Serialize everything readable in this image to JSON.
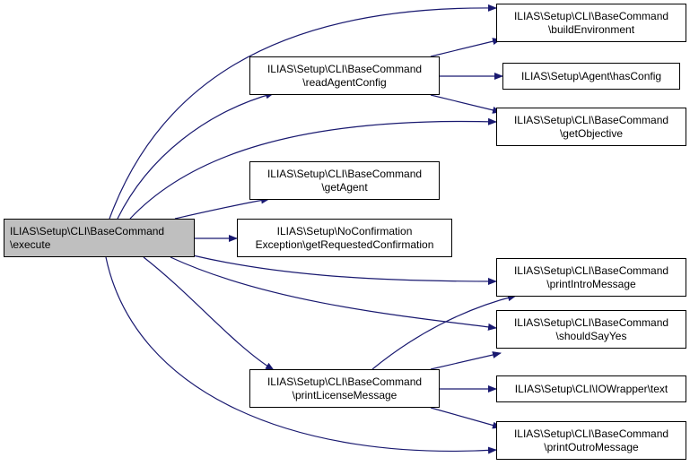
{
  "diagram": {
    "colors": {
      "edge": "#191970",
      "node_border": "#000000",
      "root_fill": "#bfbfbf",
      "node_fill": "#ffffff"
    },
    "nodes": [
      {
        "id": "execute",
        "line1": "ILIAS\\Setup\\CLI\\BaseCommand",
        "line2": "\\execute",
        "root": true
      },
      {
        "id": "readAgentConfig",
        "line1": "ILIAS\\Setup\\CLI\\BaseCommand",
        "line2": "\\readAgentConfig"
      },
      {
        "id": "getAgent",
        "line1": "ILIAS\\Setup\\CLI\\BaseCommand",
        "line2": "\\getAgent"
      },
      {
        "id": "getRequestedConfirmation",
        "line1": "ILIAS\\Setup\\NoConfirmation",
        "line2": "Exception\\getRequestedConfirmation"
      },
      {
        "id": "printLicenseMessage",
        "line1": "ILIAS\\Setup\\CLI\\BaseCommand",
        "line2": "\\printLicenseMessage"
      },
      {
        "id": "buildEnvironment",
        "line1": "ILIAS\\Setup\\CLI\\BaseCommand",
        "line2": "\\buildEnvironment"
      },
      {
        "id": "hasConfig",
        "line1": "ILIAS\\Setup\\Agent\\hasConfig",
        "line2": ""
      },
      {
        "id": "getObjective",
        "line1": "ILIAS\\Setup\\CLI\\BaseCommand",
        "line2": "\\getObjective"
      },
      {
        "id": "printIntroMessage",
        "line1": "ILIAS\\Setup\\CLI\\BaseCommand",
        "line2": "\\printIntroMessage"
      },
      {
        "id": "shouldSayYes",
        "line1": "ILIAS\\Setup\\CLI\\BaseCommand",
        "line2": "\\shouldSayYes"
      },
      {
        "id": "text",
        "line1": "ILIAS\\Setup\\CLI\\IOWrapper\\text",
        "line2": ""
      },
      {
        "id": "printOutroMessage",
        "line1": "ILIAS\\Setup\\CLI\\BaseCommand",
        "line2": "\\printOutroMessage"
      }
    ],
    "edges": [
      {
        "from": "execute",
        "to": "buildEnvironment"
      },
      {
        "from": "execute",
        "to": "readAgentConfig"
      },
      {
        "from": "execute",
        "to": "getObjective"
      },
      {
        "from": "execute",
        "to": "getAgent"
      },
      {
        "from": "execute",
        "to": "getRequestedConfirmation"
      },
      {
        "from": "execute",
        "to": "printIntroMessage"
      },
      {
        "from": "execute",
        "to": "shouldSayYes"
      },
      {
        "from": "execute",
        "to": "printLicenseMessage"
      },
      {
        "from": "execute",
        "to": "printOutroMessage"
      },
      {
        "from": "readAgentConfig",
        "to": "buildEnvironment"
      },
      {
        "from": "readAgentConfig",
        "to": "hasConfig"
      },
      {
        "from": "readAgentConfig",
        "to": "getObjective"
      },
      {
        "from": "printLicenseMessage",
        "to": "printIntroMessage"
      },
      {
        "from": "printLicenseMessage",
        "to": "shouldSayYes"
      },
      {
        "from": "printLicenseMessage",
        "to": "text"
      },
      {
        "from": "printLicenseMessage",
        "to": "printOutroMessage"
      }
    ]
  }
}
